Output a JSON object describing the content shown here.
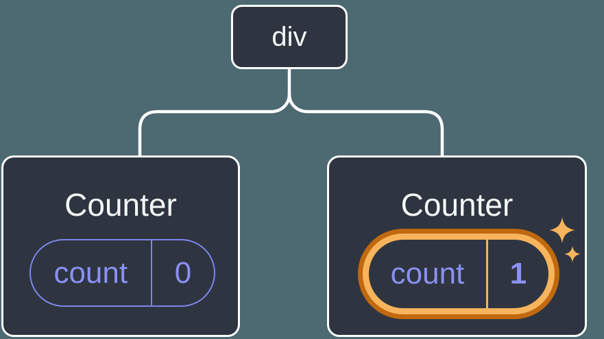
{
  "colors": {
    "canvas_bg": "#4d6972",
    "card_bg": "#2e3540",
    "edge": "#ffffff",
    "card_border": "#ffffff",
    "title_text": "#f5f7f9",
    "purple_text": "#8b90f2",
    "purple_outline": "#7e85ec",
    "orange_dark": "#c1690f",
    "orange_light": "#f8b45c"
  },
  "root_node": {
    "label": "div"
  },
  "cards": {
    "left": {
      "title": "Counter",
      "state_key": "count",
      "state_value": "0"
    },
    "right": {
      "title": "Counter",
      "state_key": "count",
      "state_value": "1"
    }
  },
  "icons": {
    "sparkles": "✦"
  }
}
